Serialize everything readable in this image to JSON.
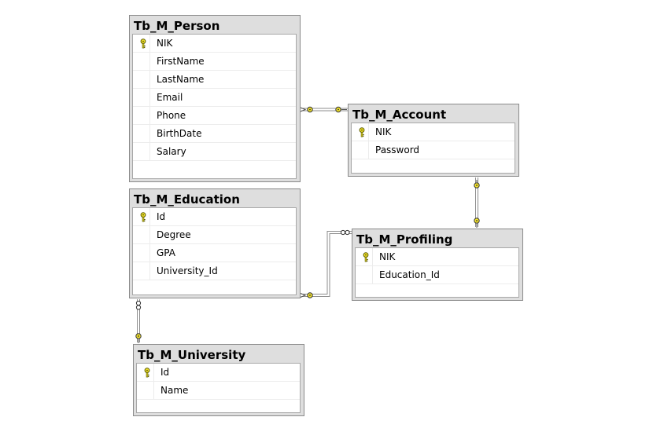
{
  "tables": {
    "person": {
      "title": "Tb_M_Person",
      "columns": [
        {
          "name": "NIK",
          "key": true
        },
        {
          "name": "FirstName",
          "key": false
        },
        {
          "name": "LastName",
          "key": false
        },
        {
          "name": "Email",
          "key": false
        },
        {
          "name": "Phone",
          "key": false
        },
        {
          "name": "BirthDate",
          "key": false
        },
        {
          "name": "Salary",
          "key": false
        }
      ]
    },
    "account": {
      "title": "Tb_M_Account",
      "columns": [
        {
          "name": "NIK",
          "key": true
        },
        {
          "name": "Password",
          "key": false
        }
      ]
    },
    "education": {
      "title": "Tb_M_Education",
      "columns": [
        {
          "name": "Id",
          "key": true
        },
        {
          "name": "Degree",
          "key": false
        },
        {
          "name": "GPA",
          "key": false
        },
        {
          "name": "University_Id",
          "key": false
        }
      ]
    },
    "profiling": {
      "title": "Tb_M_Profiling",
      "columns": [
        {
          "name": "NIK",
          "key": true
        },
        {
          "name": "Education_Id",
          "key": false
        }
      ]
    },
    "university": {
      "title": "Tb_M_University",
      "columns": [
        {
          "name": "Id",
          "key": true
        },
        {
          "name": "Name",
          "key": false
        }
      ]
    }
  },
  "relationships": [
    {
      "from": "Tb_M_Person",
      "to": "Tb_M_Account",
      "type": "one-to-one"
    },
    {
      "from": "Tb_M_Account",
      "to": "Tb_M_Profiling",
      "type": "one-to-one"
    },
    {
      "from": "Tb_M_Education",
      "to": "Tb_M_Profiling",
      "type": "one-to-many"
    },
    {
      "from": "Tb_M_University",
      "to": "Tb_M_Education",
      "type": "one-to-many"
    }
  ],
  "colors": {
    "background": "#ffffff",
    "table_header": "#dedede",
    "table_border": "#8a8a8a",
    "connector": "#8c8c8c",
    "key_icon": "#f2e22a"
  },
  "icons": {
    "primary_key": "key-icon",
    "one_end": "key-endpoint-icon",
    "many_end": "infinity-endpoint-icon"
  }
}
